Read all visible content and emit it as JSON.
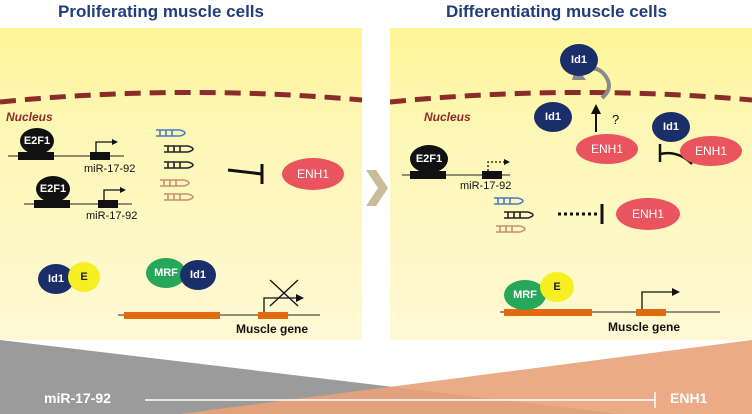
{
  "titles": {
    "left": "Proliferating muscle cells",
    "right": "Differentiating muscle cells"
  },
  "labels": {
    "nucleus": "Nucleus",
    "e2f1": "E2F1",
    "mir": "miR-17-92",
    "enh1": "ENH1",
    "id1": "Id1",
    "e": "E",
    "mrf": "MRF",
    "question": "?",
    "muscle_gene": "Muscle gene"
  },
  "gradient": {
    "left_label": "miR-17-92",
    "right_label": "ENH1"
  },
  "colors": {
    "id1": "#1a2f6a",
    "e2f1": "#111111",
    "enh1": "#e9545f",
    "mrf": "#27a75a",
    "e_protein": "#f7ef22",
    "membrane": "#8b2b2b",
    "gene": "#e06a10",
    "title": "#1f3e7a"
  }
}
